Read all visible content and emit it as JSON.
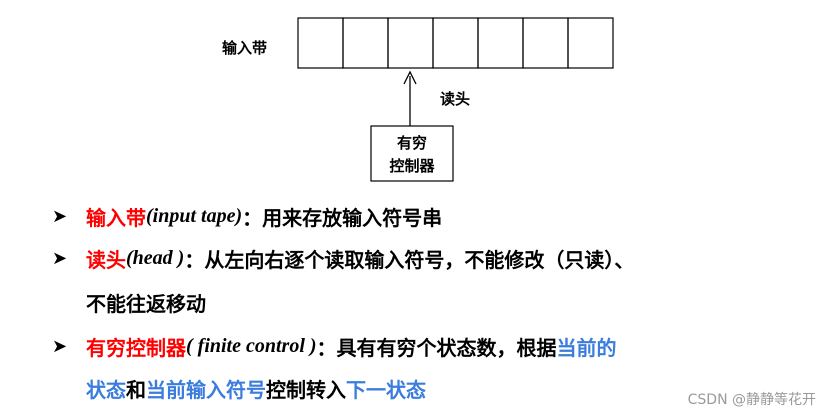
{
  "diagram": {
    "tape_label": "输入带",
    "head_label": "读头",
    "control_line1": "有穷",
    "control_line2": "控制器",
    "tape_cells": 7
  },
  "bullets": [
    {
      "term": "输入带",
      "en": "(input tape)",
      "colon": "：",
      "desc": "用来存放输入符号串"
    },
    {
      "term": "读头",
      "en": "(head )",
      "colon": "：",
      "desc": "从左向右逐个读取输入符号，不能修改（只读）、",
      "desc2": "不能往返移动"
    },
    {
      "term": "有穷控制器",
      "en": "( finite control )",
      "colon": "：",
      "desc_a": "具有有穷个状态数，根据",
      "blue1": "当前的",
      "blue2": "状态",
      "desc_b": "和",
      "blue3": "当前输入符号",
      "desc_c": "控制转入",
      "blue4": "下一状态"
    }
  ],
  "watermark": "CSDN @静静等花开",
  "colors": {
    "term": "#ff0000",
    "highlight": "#3b7ddd"
  }
}
